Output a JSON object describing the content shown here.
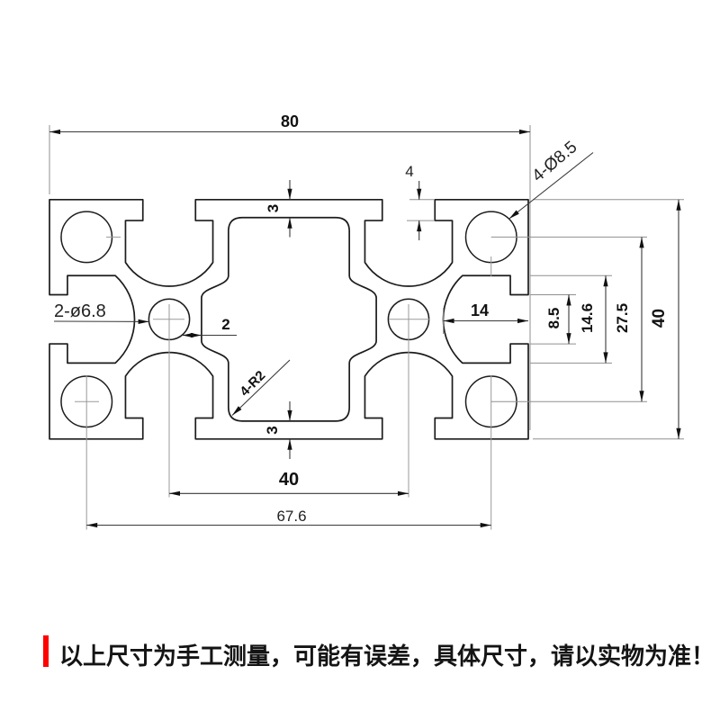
{
  "drawing": {
    "type": "aluminium-extrusion-profile-cross-section",
    "dimensions": {
      "overall_width": "80",
      "overall_height": "40",
      "corner_hole_row_spacing": "27.5",
      "side_slot_cavity_width": "14.6",
      "side_slot_opening": "8.5",
      "side_slot_depth": "14",
      "slot_lip_depth": "4",
      "top_wall_thickness": "3",
      "bottom_wall_thickness": "3",
      "center_web_gap": "2",
      "center_hole_spacing": "40",
      "corner_hole_spacing": "67.6"
    },
    "callouts": {
      "center_holes": "2-ø6.8",
      "corner_holes": "4-Ø8.5",
      "cavity_fillets": "4-R2"
    },
    "colors": {
      "outline": "#1c1c1c",
      "dimension_lines": "#3a3a3a",
      "extension_lines": "#8f8f8f",
      "background": "#ffffff"
    }
  },
  "disclaimer": {
    "text": "以上尺寸为手工测量，可能有误差，具体尺寸，请以实物为准！",
    "bar_color": "#ff0000"
  }
}
